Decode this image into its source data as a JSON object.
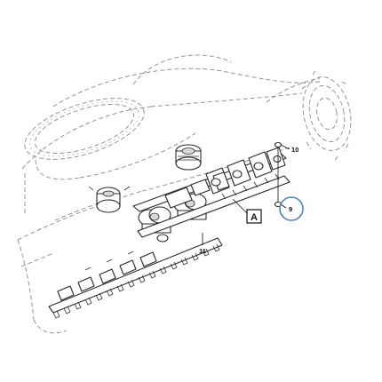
{
  "callouts": {
    "c9": "9",
    "c10": "10",
    "c11": "11",
    "view": "A"
  },
  "colors": {
    "highlight_circle": "#4a86c8",
    "line": "#2a2a2a",
    "ghost": "#8a8a8a"
  }
}
